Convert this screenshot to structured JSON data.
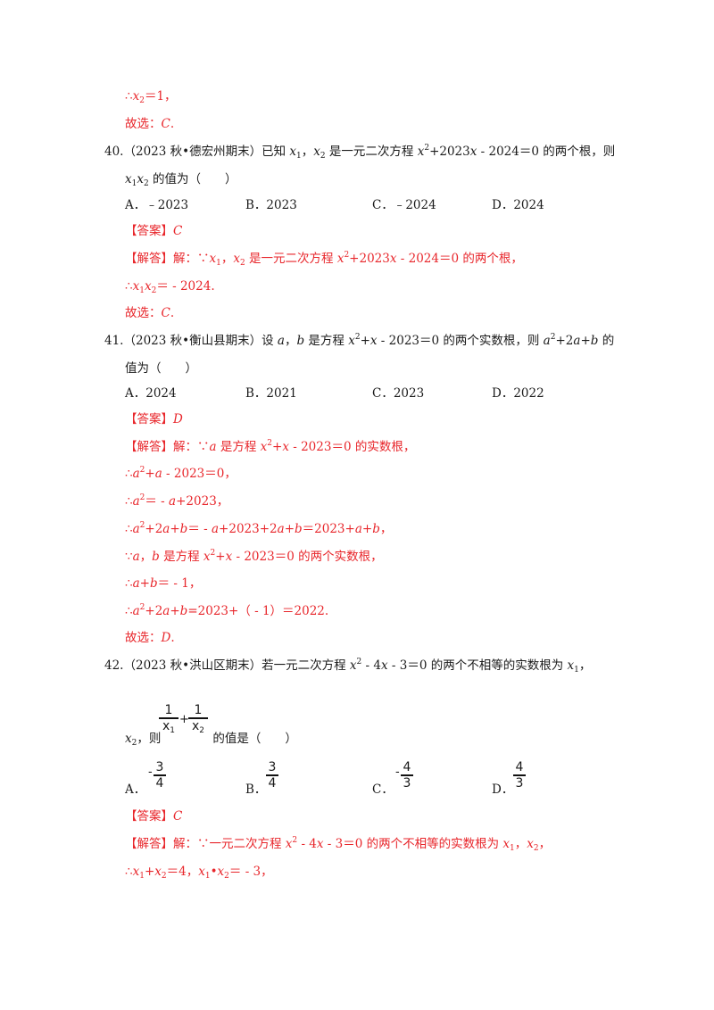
{
  "top": {
    "l1_pre": "∴",
    "l1_var": "x",
    "l1_sub": "2",
    "l1_post": "＝1，",
    "l2": "故选：",
    "l2_ans": "C",
    "l2_end": "."
  },
  "q40": {
    "num": "40.",
    "text1": "（2023 秋•德宏州期末）已知 ",
    "x": "x",
    "s1": "1",
    "comma": "，",
    "s2": "2",
    "text2": " 是一元二次方程 ",
    "sq": "2",
    "text3": "+2023",
    "text4": " - 2024＝0 的两个根，则",
    "line2_pre": "x",
    "line2_s1": "1",
    "line2_x": "x",
    "line2_s2": "2",
    "line2_post": " 的值为（　　）",
    "options": [
      {
        "label": "A．",
        "value": "﹣2023"
      },
      {
        "label": "B．",
        "value": "2023"
      },
      {
        "label": "C．",
        "value": "﹣2024"
      },
      {
        "label": "D．",
        "value": "2024"
      }
    ],
    "answer_tag": "【答案】",
    "answer": "C",
    "sol_tag": "【解答】",
    "sol1": "解：∵",
    "sol1_rest": " 是一元二次方程 ",
    "sol1_end": "+2023",
    "sol1_end2": " - 2024＝0 的两个根，",
    "sol2_pre": "∴",
    "sol2_post": "＝ - 2024.",
    "sol3": "故选：",
    "sol3_ans": "C",
    "sol3_end": "."
  },
  "q41": {
    "num": "41.",
    "text1": "（2023 秋•衡山县期末）设 ",
    "a": "a",
    "comma": "，",
    "b": "b",
    "text2": " 是方程 ",
    "text3": "+",
    "text4": " - 2023＝0 的两个实数根，则 ",
    "text5": "+2",
    "text6": "+",
    "text7": " 的",
    "line2": "值为（　　）",
    "options": [
      {
        "label": "A．",
        "value": "2024"
      },
      {
        "label": "B．",
        "value": "2021"
      },
      {
        "label": "C．",
        "value": "2023"
      },
      {
        "label": "D．",
        "value": "2022"
      }
    ],
    "answer_tag": "【答案】",
    "answer": "D",
    "sol_tag": "【解答】",
    "s1a": "解：∵",
    "s1b": " 是方程 ",
    "s1c": " - 2023＝0 的实数根，",
    "s2a": "∴",
    "s2b": " - 2023＝0，",
    "s3a": "∴",
    "s3b": "＝ - ",
    "s3c": "+2023，",
    "s4a": "∴",
    "s4b": "＝ - ",
    "s4c": "+2023+2",
    "s4d": "＝2023+",
    "s4e": "，",
    "s5a": "∵",
    "s5b": " 是方程 ",
    "s5c": " - 2023＝0 的两个实数根，",
    "s6a": "∴",
    "s6b": "＝ - 1，",
    "s7a": "∴",
    "s7b": "=2023+（ - 1）＝2022.",
    "s8": "故选：",
    "s8_ans": "D",
    "s8_end": "."
  },
  "q42": {
    "num": "42.",
    "text1": "（2023 秋•洪山区期末）若一元二次方程 ",
    "text2": " - 4",
    "text3": " - 3＝0 的两个不相等的实数根为 ",
    "line2_a": "，则",
    "line2_b": "的值是（　　）",
    "frac1_num": "1",
    "frac1_den": "x",
    "frac1_sub": "1",
    "plus": "+",
    "frac2_num": "1",
    "frac2_den": "x",
    "frac2_sub": "2",
    "options": [
      {
        "label": "A．",
        "minus": "-",
        "num": "3",
        "den": "4"
      },
      {
        "label": "B．",
        "minus": "",
        "num": "3",
        "den": "4"
      },
      {
        "label": "C．",
        "minus": "-",
        "num": "4",
        "den": "3"
      },
      {
        "label": "D．",
        "minus": "",
        "num": "4",
        "den": "3"
      }
    ],
    "answer_tag": "【答案】",
    "answer": "C",
    "sol_tag": "【解答】",
    "s1a": "解：∵一元二次方程 ",
    "s1b": " - 4",
    "s1c": " - 3＝0 的两个不相等的实数根为 ",
    "s2a": "∴",
    "s2b": "+",
    "s2c": "＝4，",
    "s2d": "•",
    "s2e": "＝ - 3，"
  },
  "colors": {
    "red": "#e8262b",
    "text": "#1a1a1a"
  }
}
